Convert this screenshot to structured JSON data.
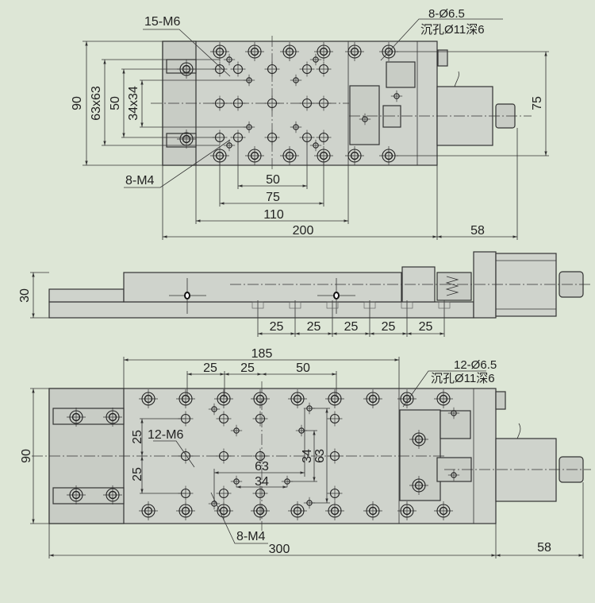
{
  "top_view": {
    "callout_m6": "15-M6",
    "callout_m4": "8-M4",
    "callout_hole": "8-Ø6.5",
    "callout_counterbore": "沉孔Ø11深6",
    "dim_width": "90",
    "dim_63": "63x63",
    "dim_50_v": "50",
    "dim_34": "34x34",
    "dim_75_v": "75",
    "dim_50": "50",
    "dim_75": "75",
    "dim_110": "110",
    "dim_200": "200",
    "dim_58": "58"
  },
  "side_view": {
    "dim_height": "30",
    "pitch_dims": [
      "25",
      "25",
      "25",
      "25",
      "25"
    ]
  },
  "bottom_view": {
    "dim_185": "185",
    "dim_25a": "25",
    "dim_25b": "25",
    "dim_50": "50",
    "callout_hole": "12-Ø6.5",
    "callout_counterbore": "沉孔Ø11深6",
    "callout_m6": "12-M6",
    "callout_m4": "8-M4",
    "dim_25_upper": "25",
    "dim_25_lower": "25",
    "dim_63_h": "63",
    "dim_34_h": "34",
    "dim_34_v": "34",
    "dim_63_v": "63",
    "dim_width": "90",
    "dim_300": "300",
    "dim_58": "58"
  }
}
